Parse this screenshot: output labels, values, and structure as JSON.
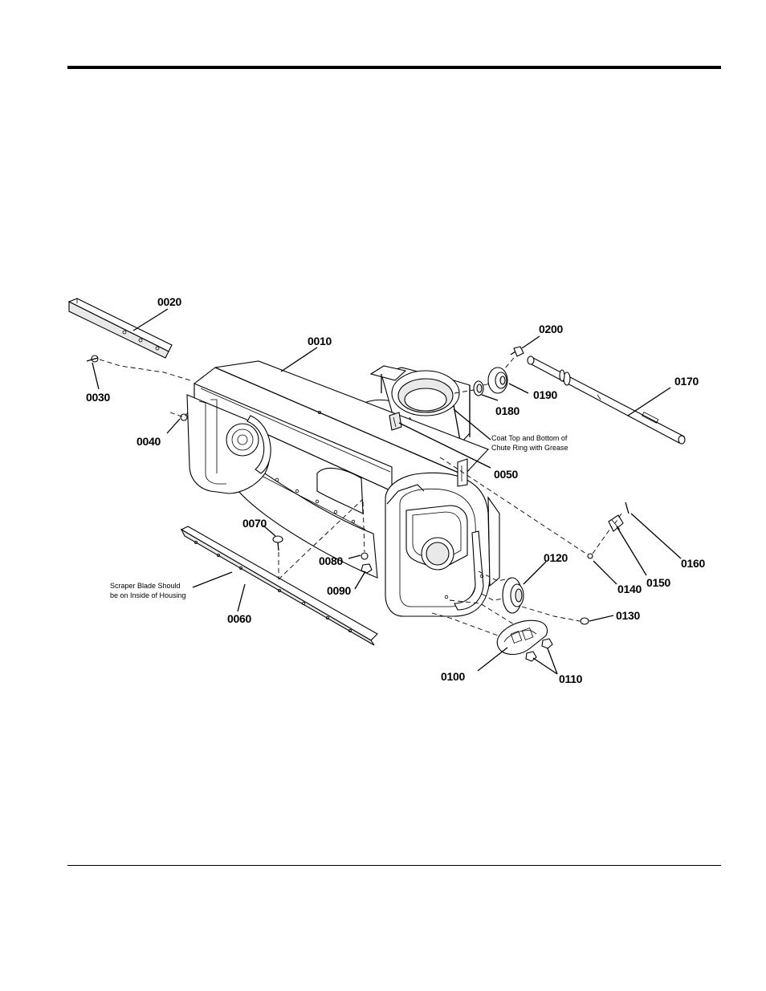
{
  "labels": [
    {
      "id": "0010",
      "text": "0010"
    },
    {
      "id": "0020",
      "text": "0020"
    },
    {
      "id": "0030",
      "text": "0030"
    },
    {
      "id": "0040",
      "text": "0040"
    },
    {
      "id": "0050",
      "text": "0050"
    },
    {
      "id": "0060",
      "text": "0060"
    },
    {
      "id": "0070",
      "text": "0070"
    },
    {
      "id": "0080",
      "text": "0080"
    },
    {
      "id": "0090",
      "text": "0090"
    },
    {
      "id": "0100",
      "text": "0100"
    },
    {
      "id": "0110",
      "text": "0110"
    },
    {
      "id": "0120",
      "text": "0120"
    },
    {
      "id": "0130",
      "text": "0130"
    },
    {
      "id": "0140",
      "text": "0140"
    },
    {
      "id": "0150",
      "text": "0150"
    },
    {
      "id": "0160",
      "text": "0160"
    },
    {
      "id": "0170",
      "text": "0170"
    },
    {
      "id": "0180",
      "text": "0180"
    },
    {
      "id": "0190",
      "text": "0190"
    },
    {
      "id": "0200",
      "text": "0200"
    }
  ],
  "notes": {
    "grease_line1": "Coat Top and Bottom of",
    "grease_line2": "Chute Ring with Grease",
    "scraper_line1": "Scraper Blade Should",
    "scraper_line2": "be on Inside of Housing"
  }
}
